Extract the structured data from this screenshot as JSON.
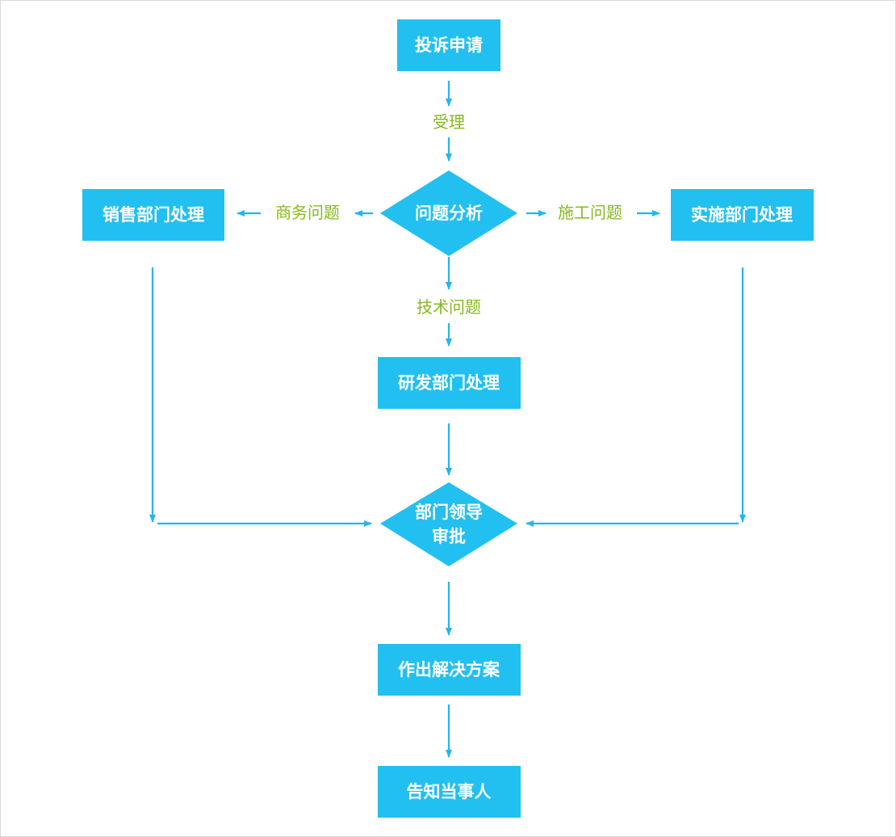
{
  "colors": {
    "node_fill": "#22c0f0",
    "node_text": "#ffffff",
    "arrow": "#22b6ee",
    "edge_label": "#86b920",
    "background": "#ffffff",
    "border": "#d9d9d9"
  },
  "nodes": {
    "complaint_application": "投诉申请",
    "problem_analysis": "问题分析",
    "sales_dept_handling": "销售部门处理",
    "implementation_dept_handling": "实施部门处理",
    "rd_dept_handling": "研发部门处理",
    "dept_leader_approval_line1": "部门领导",
    "dept_leader_approval_line2": "审批",
    "make_solution": "作出解决方案",
    "notify_party": "告知当事人"
  },
  "edge_labels": {
    "accept": "受理",
    "business_issue": "商务问题",
    "construction_issue": "施工问题",
    "technical_issue": "技术问题"
  }
}
